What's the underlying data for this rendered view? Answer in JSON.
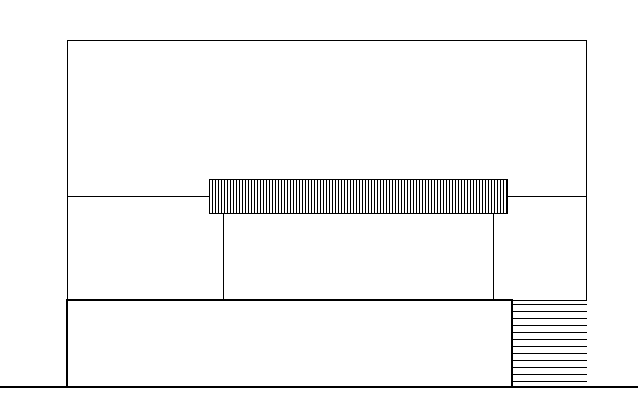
{
  "drawing": {
    "type": "architectural-elevation",
    "background_color": "#ffffff",
    "line_color": "#000000",
    "components": [
      {
        "name": "upper-volume",
        "pattern": "none"
      },
      {
        "name": "horizontal-floor-line",
        "pattern": "none"
      },
      {
        "name": "canopy-band",
        "pattern": "vertical-slats"
      },
      {
        "name": "recessed-entrance",
        "pattern": "none"
      },
      {
        "name": "lower-plinth-block",
        "pattern": "none"
      },
      {
        "name": "stair-steps",
        "pattern": "horizontal-lines"
      },
      {
        "name": "ground-line",
        "pattern": "none"
      }
    ]
  }
}
